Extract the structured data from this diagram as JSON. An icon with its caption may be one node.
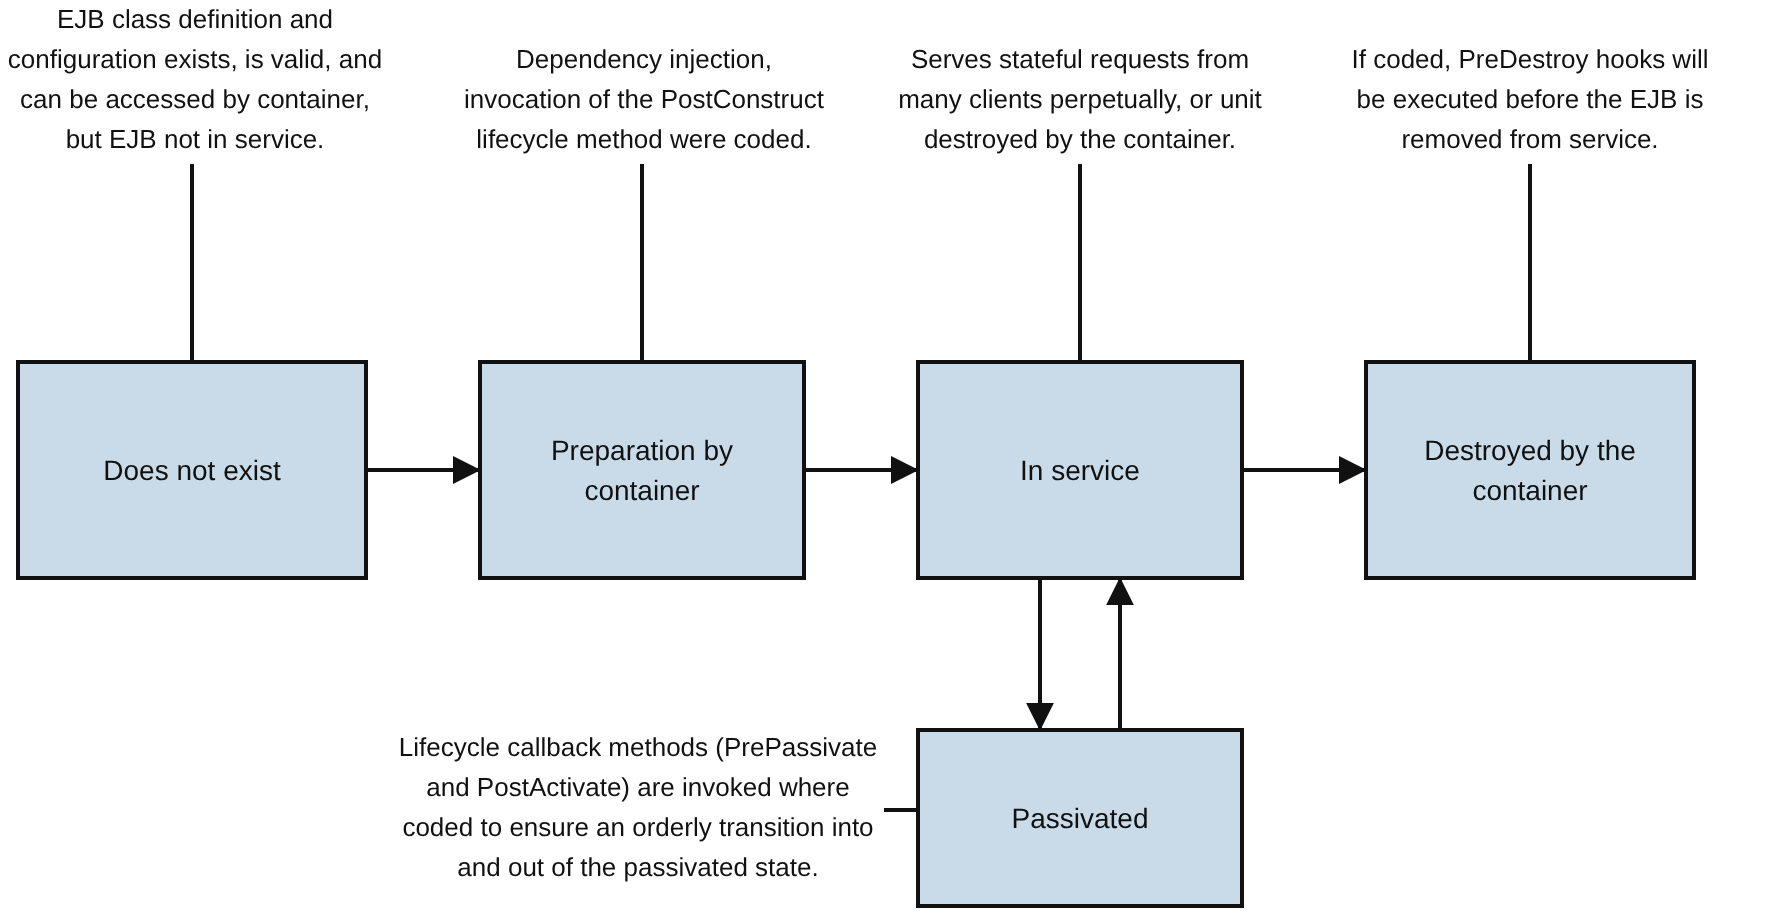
{
  "diagram": {
    "nodes": [
      {
        "text": [
          "EJB class definition and configuration exists, is valid, and can be accessed by container, but EJB not in service."
        ]
      },
      {
        "text": [
          "Dependency injection, invocation of the PostConstruct lifecycle method were coded."
        ]
      },
      {
        "text": [
          "Serves stateful requests from many clients perpetually, or unit destroyed by the container."
        ]
      },
      {
        "text": [
          "If coded, PreDestroy hooks will be executed before the EJB is removed from service."
        ]
      },
      {
        "text": [
          "Does not exist"
        ]
      },
      {
        "text": [
          "Preparation by container"
        ]
      },
      {
        "text": [
          "In service"
        ]
      },
      {
        "text": [
          "Destroyed by the container"
        ]
      },
      {
        "text": [
          "Lifecycle callback methods (PrePassivate and PostActivate) are invoked where coded to ensure an orderly transition into and out of the passivated state."
        ]
      },
      {
        "text": [
          "Passivated"
        ]
      }
    ],
    "edges": [
      {
        "from": 0,
        "to": 4,
        "arrow": "none"
      },
      {
        "from": 1,
        "to": 5,
        "arrow": "none"
      },
      {
        "from": 2,
        "to": 6,
        "arrow": "none"
      },
      {
        "from": 3,
        "to": 7,
        "arrow": "none"
      },
      {
        "from": 4,
        "to": 5,
        "arrow": "to"
      },
      {
        "from": 5,
        "to": 6,
        "arrow": "to"
      },
      {
        "from": 6,
        "to": 7,
        "arrow": "to"
      },
      {
        "from": 6,
        "to": 9,
        "arrow": "to"
      },
      {
        "from": 9,
        "to": 6,
        "arrow": "to"
      },
      {
        "from": 8,
        "to": 9,
        "arrow": "none"
      }
    ]
  }
}
